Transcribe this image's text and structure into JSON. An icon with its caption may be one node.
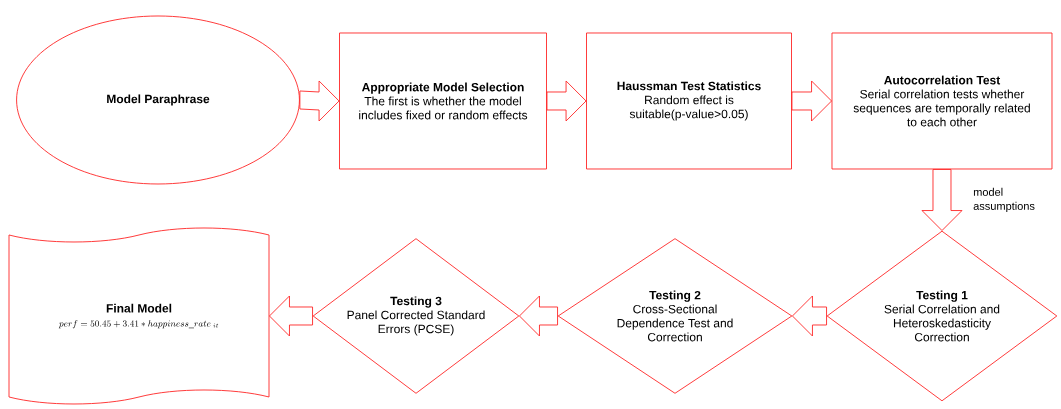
{
  "diagram": {
    "nodes": [
      {
        "text": [
          "Model Paraphrase"
        ]
      },
      {
        "text": [
          "Appropriate Model Selection",
          "The first is whether the model includes fixed or random effects"
        ]
      },
      {
        "text": [
          "Haussman Test Statistics",
          "Random effect is suitable(p-value>0.05)"
        ]
      },
      {
        "text": [
          "Autocorrelation Test",
          "Serial correlation tests whether sequences are temporally related to each other"
        ]
      },
      {
        "text": [
          "Testing 1",
          "Serial Correlation and Heteroskedasticity Correction"
        ]
      },
      {
        "text": [
          "Testing 2",
          "Cross-Sectional Dependence Test and Correction"
        ]
      },
      {
        "text": [
          "Testing 3",
          "Panel Corrected Standard Errors (PCSE)"
        ]
      },
      {
        "text": [
          "Final Model",
          "perf = 50.45 + 3.41 \\ast happiness\\_rate_{\\;it}"
        ]
      }
    ],
    "edges": [
      {
        "from": 0,
        "to": 1,
        "arrow": "to"
      },
      {
        "from": 1,
        "to": 2,
        "arrow": "to"
      },
      {
        "from": 2,
        "to": 3,
        "arrow": "to"
      },
      {
        "from": 3,
        "to": 4,
        "arrow": "to",
        "label": "model assumptions"
      },
      {
        "from": 4,
        "to": 5,
        "arrow": "to"
      },
      {
        "from": 5,
        "to": 6,
        "arrow": "to"
      },
      {
        "from": 6,
        "to": 7,
        "arrow": "to"
      }
    ]
  }
}
